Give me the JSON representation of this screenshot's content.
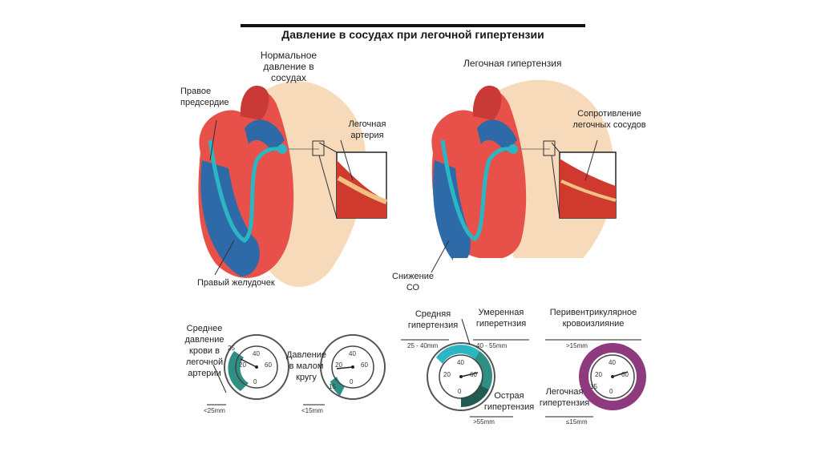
{
  "title": "Давление в сосудах при легочной гипертензии",
  "panels": {
    "normal": {
      "heading_line1": "Нормальное",
      "heading_line2": "давление в сосудах",
      "right_atrium_line1": "Правое",
      "right_atrium_line2": "предсердие",
      "pulmonary_artery_line1": "Легочная",
      "pulmonary_artery_line2": "артерия",
      "right_ventricle": "Правый желудочек"
    },
    "hypertension": {
      "heading": "Легочная гипертензия",
      "resistance_line1": "Сопротивление",
      "resistance_line2": "легочных сосудов",
      "co_line1": "Снижение",
      "co_line2": "СО"
    }
  },
  "gauges": {
    "pa_mean": {
      "label_lines": [
        "Среднее",
        "давление",
        "крови в",
        "легочной",
        "артерии"
      ],
      "note": "<25mm",
      "ticks": [
        "0",
        "20",
        "40",
        "60"
      ],
      "mark": "25"
    },
    "small_circle": {
      "label_lines": [
        "Давление",
        "в малом",
        "кругу"
      ],
      "note": "<15mm",
      "ticks": [
        "0",
        "20",
        "40",
        "60"
      ],
      "mark": "15"
    },
    "hypertension": {
      "moderate_line1": "Средняя",
      "moderate_line2": "гипертензия",
      "moderate_range": "25 - 40mm",
      "medium_line1": "Умеренная",
      "medium_line2": "гиперетнзия",
      "medium_range": "40 - 55mm",
      "acute_line1": "Острая",
      "acute_line2": "гипертензия",
      "acute_range": ">55mm",
      "ticks": [
        "0",
        "20",
        "40",
        "60"
      ]
    },
    "periventricular": {
      "title_line1": "Перивентрикулярное",
      "title_line2": "кровоизлияние",
      "upper_range": ">15mm",
      "lower_line1": "Легочная",
      "lower_line2": "гипертензия",
      "lower_range": "≤15mm",
      "ticks": [
        "0",
        "20",
        "40",
        "60"
      ],
      "mark": "15"
    }
  },
  "colors": {
    "heart_red": "#e8504a",
    "heart_dark_red": "#c93a36",
    "blue": "#2f6aa8",
    "cyan": "#2bb6c4",
    "lung": "#f6d6b2",
    "teal_dark": "#1f5c52",
    "teal": "#2e8f85",
    "purple": "#8e3a7e"
  }
}
